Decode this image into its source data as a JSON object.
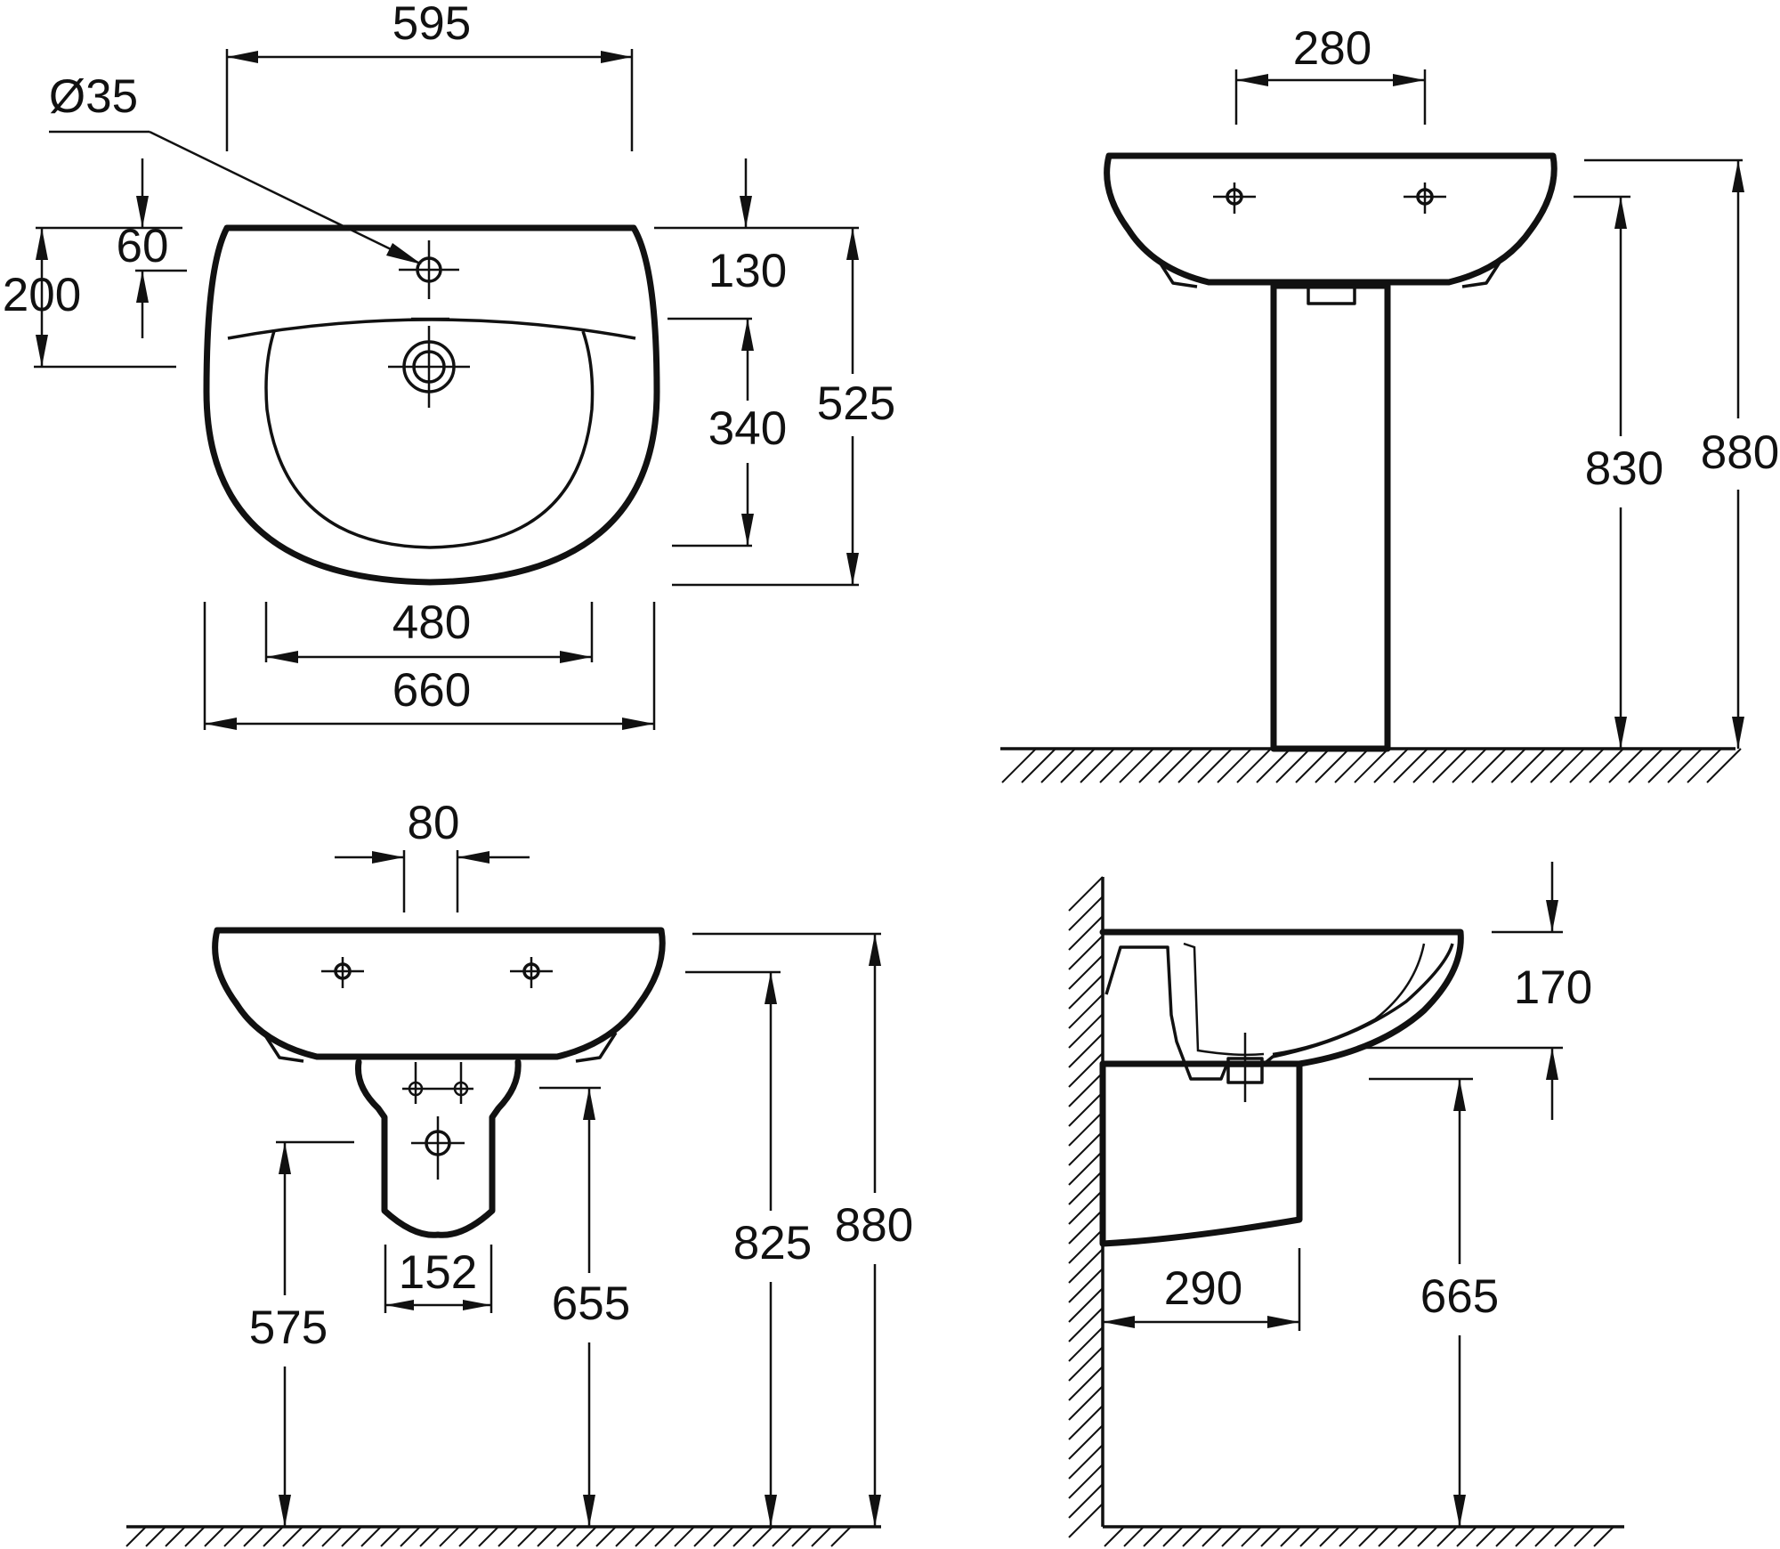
{
  "top_view": {
    "width_top": "595",
    "hole_diameter": "Ø35",
    "dim_60": "60",
    "dim_200": "200",
    "dim_130": "130",
    "dim_340": "340",
    "dim_525": "525",
    "dim_480": "480",
    "dim_660": "660"
  },
  "pedestal_view": {
    "dim_280": "280",
    "dim_830": "830",
    "dim_880": "880"
  },
  "semi_pedestal_view": {
    "dim_80": "80",
    "dim_152": "152",
    "dim_575": "575",
    "dim_655": "655",
    "dim_825": "825",
    "dim_880": "880"
  },
  "side_view": {
    "dim_170": "170",
    "dim_290": "290",
    "dim_665": "665"
  }
}
